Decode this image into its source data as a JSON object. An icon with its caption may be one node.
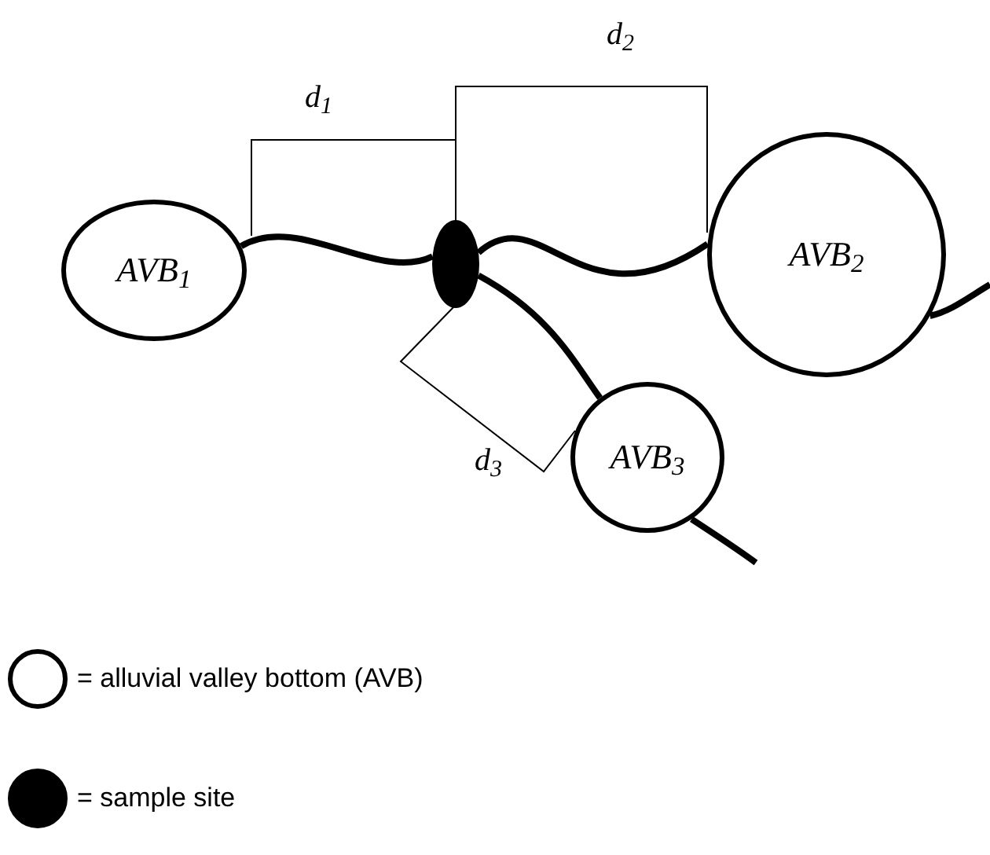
{
  "diagram": {
    "nodes": [
      {
        "text": [
          "AVB$_{1}$"
        ]
      },
      {
        "text": [],
        "shape": "circle"
      },
      {
        "text": [
          "AVB$_{2}$"
        ]
      },
      {
        "text": [
          "AVB$_{3}$"
        ]
      }
    ],
    "edges": [
      {
        "from": 0,
        "to": 1,
        "arrow": "none"
      },
      {
        "from": 1,
        "to": 2,
        "arrow": "none"
      },
      {
        "from": 1,
        "to": 3,
        "arrow": "none"
      },
      {
        "from": 2,
        "to": null,
        "arrow": "none"
      },
      {
        "from": 3,
        "to": null,
        "arrow": "none"
      }
    ],
    "labels": [
      "d$_{2}$",
      "d$_{1}$",
      "d$_{3}$"
    ],
    "legend": [
      {
        "text": "= alluvial valley bottom (AVB)",
        "color": "#ffffff"
      },
      {
        "text": "= sample site",
        "color": "#000000"
      }
    ]
  }
}
